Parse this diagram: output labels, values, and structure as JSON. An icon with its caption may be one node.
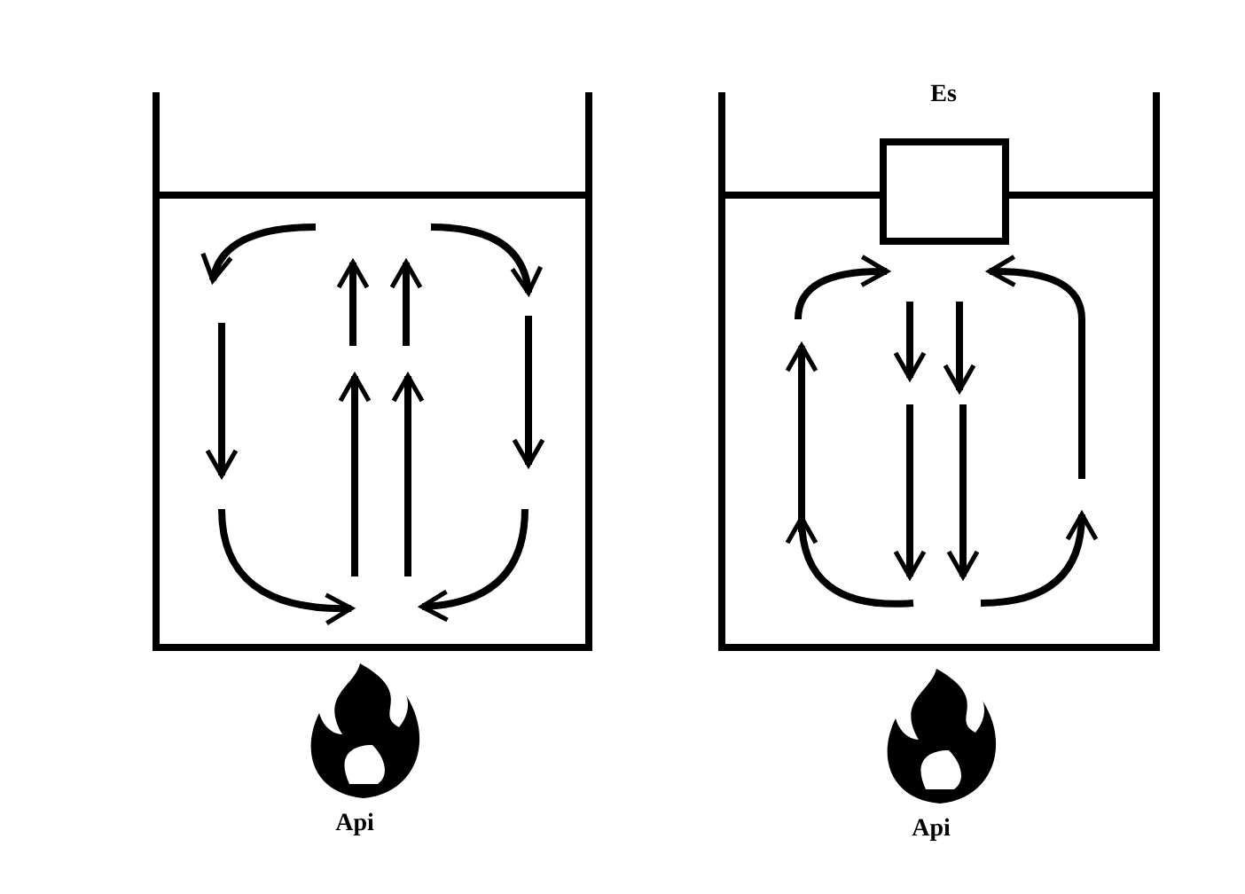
{
  "diagram": {
    "nodes": [
      {
        "text": [
          "Es"
        ]
      }
    ],
    "labels": [
      "Api",
      "Api"
    ]
  }
}
